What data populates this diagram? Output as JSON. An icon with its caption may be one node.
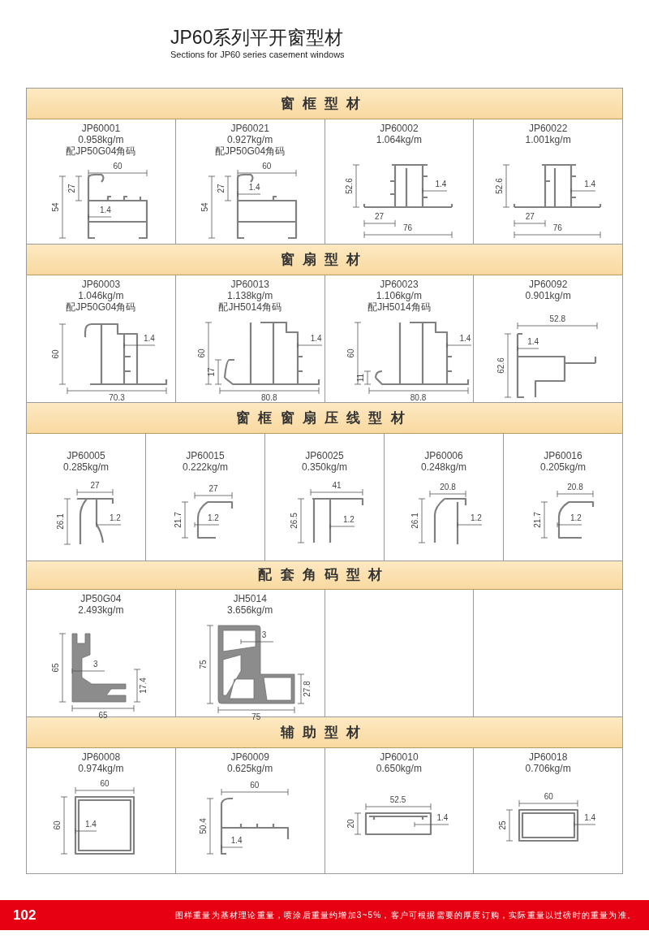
{
  "diagram": {
    "title": "JP60系列平开窗型材",
    "nodes": [
      {
        "text": [
          "窗框型材"
        ]
      },
      {
        "text": [
          "JP60001",
          "0.958kg/m",
          "配JP50G04角码",
          "60",
          "27",
          "54",
          "1.4"
        ]
      },
      {
        "text": [
          "JP60021",
          "0.927kg/m",
          "配JP50G04角码",
          "60",
          "27",
          "1.4",
          "54"
        ]
      },
      {
        "text": [
          "JP60002",
          "1.064kg/m",
          "52.6",
          "1.4",
          "27",
          "76"
        ]
      },
      {
        "text": [
          "JP60022",
          "1.001kg/m",
          "52.6",
          "1.4",
          "27",
          "76"
        ]
      },
      {
        "text": [
          "窗扇型材"
        ]
      },
      {
        "text": [
          "JP60003",
          "1.046kg/m",
          "配JP50G04角码",
          "1.4",
          "60",
          "70.3"
        ]
      },
      {
        "text": [
          "JP60013",
          "1.138kg/m",
          "配JH5014角码",
          "1.4",
          "60",
          "17",
          "80.8"
        ]
      },
      {
        "text": [
          "JP60023",
          "1.106kg/m",
          "配JH5014角码",
          "1.4",
          "60",
          "11",
          "80.8"
        ]
      },
      {
        "text": [
          "JP60092",
          "0.901kg/m",
          "52.8",
          "1.4",
          "62.6"
        ]
      },
      {
        "text": [
          "窗框窗扇压线型材"
        ]
      },
      {
        "text": [
          "JP60005",
          "0.285kg/m",
          "27",
          "26.1",
          "1.2"
        ]
      },
      {
        "text": [
          "JP60015",
          "0.222kg/m",
          "27",
          "21.7",
          "1.2"
        ]
      },
      {
        "text": [
          "JP60025",
          "0.350kg/m",
          "41",
          "26.5",
          "1.2"
        ]
      },
      {
        "text": [
          "JP60006",
          "0.248kg/m",
          "20.8",
          "26.1",
          "1.2"
        ]
      },
      {
        "text": [
          "JP60016",
          "0.205kg/m",
          "20.8",
          "21.7",
          "1.2"
        ]
      },
      {
        "text": [
          "配套角码型材"
        ]
      },
      {
        "text": [
          "JP50G04",
          "2.493kg/m",
          "65",
          "3",
          "17.4",
          "65"
        ]
      },
      {
        "text": [
          "JH5014",
          "3.656kg/m",
          "3",
          "75",
          "27.8",
          "75"
        ]
      },
      {
        "text": [],
        "shape": "box"
      },
      {
        "text": [],
        "shape": "box"
      },
      {
        "text": [
          "辅助型材"
        ]
      },
      {
        "text": [
          "JP60008",
          "0.974kg/m",
          "60",
          "1.4",
          "60"
        ]
      },
      {
        "text": [
          "JP60009",
          "0.625kg/m",
          "60",
          "50.4",
          "1.4"
        ]
      },
      {
        "text": [
          "JP60010",
          "0.650kg/m",
          "52.5",
          "20",
          "1.4"
        ]
      },
      {
        "text": [
          "JP60018",
          "0.706kg/m",
          "60",
          "25",
          "1.4"
        ]
      }
    ],
    "labels": [
      "Sections for JP60 series casement windows",
      "102",
      "图样重量为基材理论重量，喷涂后重量约增加3~5%，客户可根据需要的厚度订购，实际重量以过磅时的重量为准。"
    ]
  }
}
